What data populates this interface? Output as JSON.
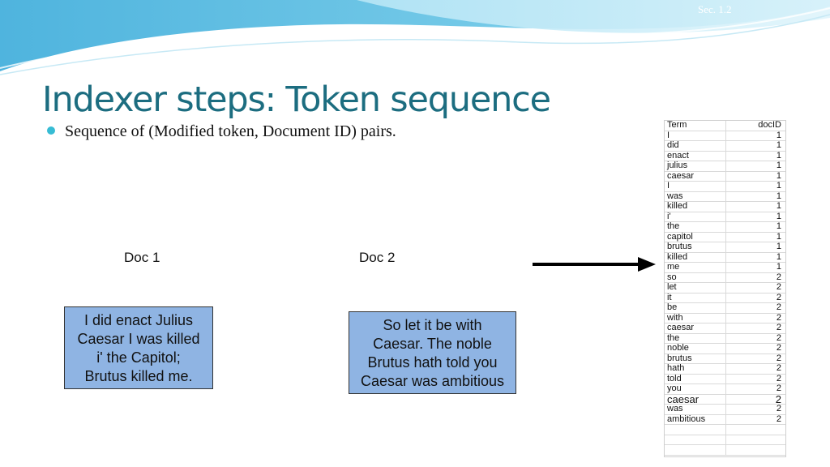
{
  "header": {
    "section": "Sec. 1.2"
  },
  "slide": {
    "title": "Indexer steps: Token sequence",
    "bullet": "Sequence of (Modified token, Document ID) pairs."
  },
  "docs": [
    {
      "label": "Doc 1",
      "lines": [
        "I did enact Julius",
        "Caesar I was killed",
        "i' the Capitol;",
        "Brutus killed me."
      ]
    },
    {
      "label": "Doc 2",
      "lines": [
        "So let it be with",
        "Caesar. The noble",
        "Brutus hath told you",
        "Caesar was ambitious"
      ]
    }
  ],
  "table": {
    "headers": [
      "Term",
      "docID"
    ],
    "rows": [
      [
        "I",
        "1"
      ],
      [
        "did",
        "1"
      ],
      [
        "enact",
        "1"
      ],
      [
        "julius",
        "1"
      ],
      [
        "caesar",
        "1"
      ],
      [
        "I",
        "1"
      ],
      [
        "was",
        "1"
      ],
      [
        "killed",
        "1"
      ],
      [
        "i'",
        "1"
      ],
      [
        "the",
        "1"
      ],
      [
        "capitol",
        "1"
      ],
      [
        "brutus",
        "1"
      ],
      [
        "killed",
        "1"
      ],
      [
        "me",
        "1"
      ],
      [
        "so",
        "2"
      ],
      [
        "let",
        "2"
      ],
      [
        "it",
        "2"
      ],
      [
        "be",
        "2"
      ],
      [
        "with",
        "2"
      ],
      [
        "caesar",
        "2"
      ],
      [
        "the",
        "2"
      ],
      [
        "noble",
        "2"
      ],
      [
        "brutus",
        "2"
      ],
      [
        "hath",
        "2"
      ],
      [
        "told",
        "2"
      ],
      [
        "you",
        "2"
      ],
      [
        "caesar",
        "2"
      ],
      [
        "was",
        "2"
      ],
      [
        "ambitious",
        "2"
      ]
    ]
  },
  "colors": {
    "title": "#1c6d80",
    "doc_box": "#8fb4e3",
    "bullet": "#37bcd4"
  }
}
